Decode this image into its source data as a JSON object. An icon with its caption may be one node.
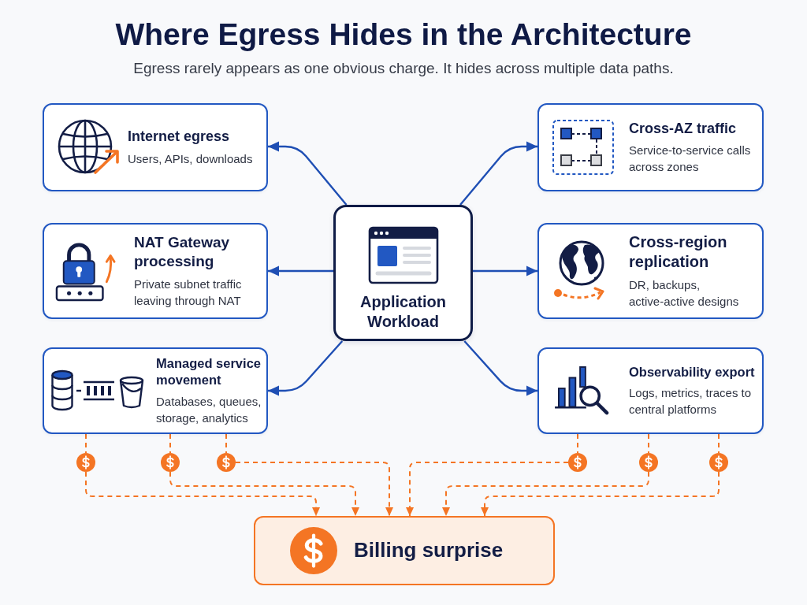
{
  "diagram": {
    "title": "Where Egress Hides in the Architecture",
    "nodes": [
      {
        "text": [
          "Internet egress",
          "Users, APIs, downloads"
        ]
      },
      {
        "text": [
          "Cross-AZ traffic",
          "Service-to-service calls across zones"
        ]
      },
      {
        "text": [
          "Application Workload"
        ]
      },
      {
        "text": [
          "NAT Gateway processing",
          "Private subnet traffic leaving through NAT"
        ]
      },
      {
        "text": [
          "Cross-region replication",
          "DR, backups, active-active designs"
        ]
      },
      {
        "text": [
          "Managed service movement",
          "Databases, queues, storage, analytics"
        ]
      },
      {
        "text": [
          "Observability export",
          "Logs, metrics, traces to central platforms"
        ]
      },
      {
        "text": [],
        "shape": "circle"
      },
      {
        "text": [],
        "shape": "circle"
      },
      {
        "text": [],
        "shape": "circle"
      },
      {
        "text": [],
        "shape": "circle"
      },
      {
        "text": [],
        "shape": "circle"
      },
      {
        "text": [],
        "shape": "circle"
      },
      {
        "text": [
          "Billing surprise"
        ]
      }
    ],
    "edges": [
      {
        "from": 2,
        "to": 0,
        "arrow": "to",
        "color": "#1f4fb4"
      },
      {
        "from": 2,
        "to": 1,
        "arrow": "to",
        "color": "#1f4fb4"
      },
      {
        "from": 2,
        "to": 3,
        "arrow": "to",
        "color": "#1f4fb4"
      },
      {
        "from": 2,
        "to": 4,
        "arrow": "to",
        "color": "#1f4fb4"
      },
      {
        "from": 2,
        "to": 5,
        "arrow": "to",
        "color": "#1f4fb4"
      },
      {
        "from": 2,
        "to": 6,
        "arrow": "to",
        "color": "#1f4fb4"
      },
      {
        "from": 5,
        "to": 7,
        "arrow": "none",
        "style": "dashed"
      },
      {
        "from": 5,
        "to": 8,
        "arrow": "none",
        "style": "dashed"
      },
      {
        "from": 5,
        "to": 9,
        "arrow": "none",
        "style": "dashed"
      },
      {
        "from": 6,
        "to": 10,
        "arrow": "none",
        "style": "dashed"
      },
      {
        "from": 6,
        "to": 11,
        "arrow": "none",
        "style": "dashed"
      },
      {
        "from": 6,
        "to": 12,
        "arrow": "none",
        "style": "dashed"
      },
      {
        "from": 7,
        "to": 13,
        "arrow": "to",
        "style": "dashed"
      },
      {
        "from": 8,
        "to": 13,
        "arrow": "to",
        "style": "dashed"
      },
      {
        "from": 9,
        "to": 13,
        "arrow": "to",
        "style": "dashed"
      },
      {
        "from": 10,
        "to": 13,
        "arrow": "to",
        "style": "dashed"
      },
      {
        "from": 11,
        "to": 13,
        "arrow": "to",
        "style": "dashed"
      },
      {
        "from": 12,
        "to": 13,
        "arrow": "to",
        "style": "dashed"
      }
    ],
    "labels": [
      "Egress rarely appears as one obvious charge. It hides across multiple data paths."
    ]
  }
}
